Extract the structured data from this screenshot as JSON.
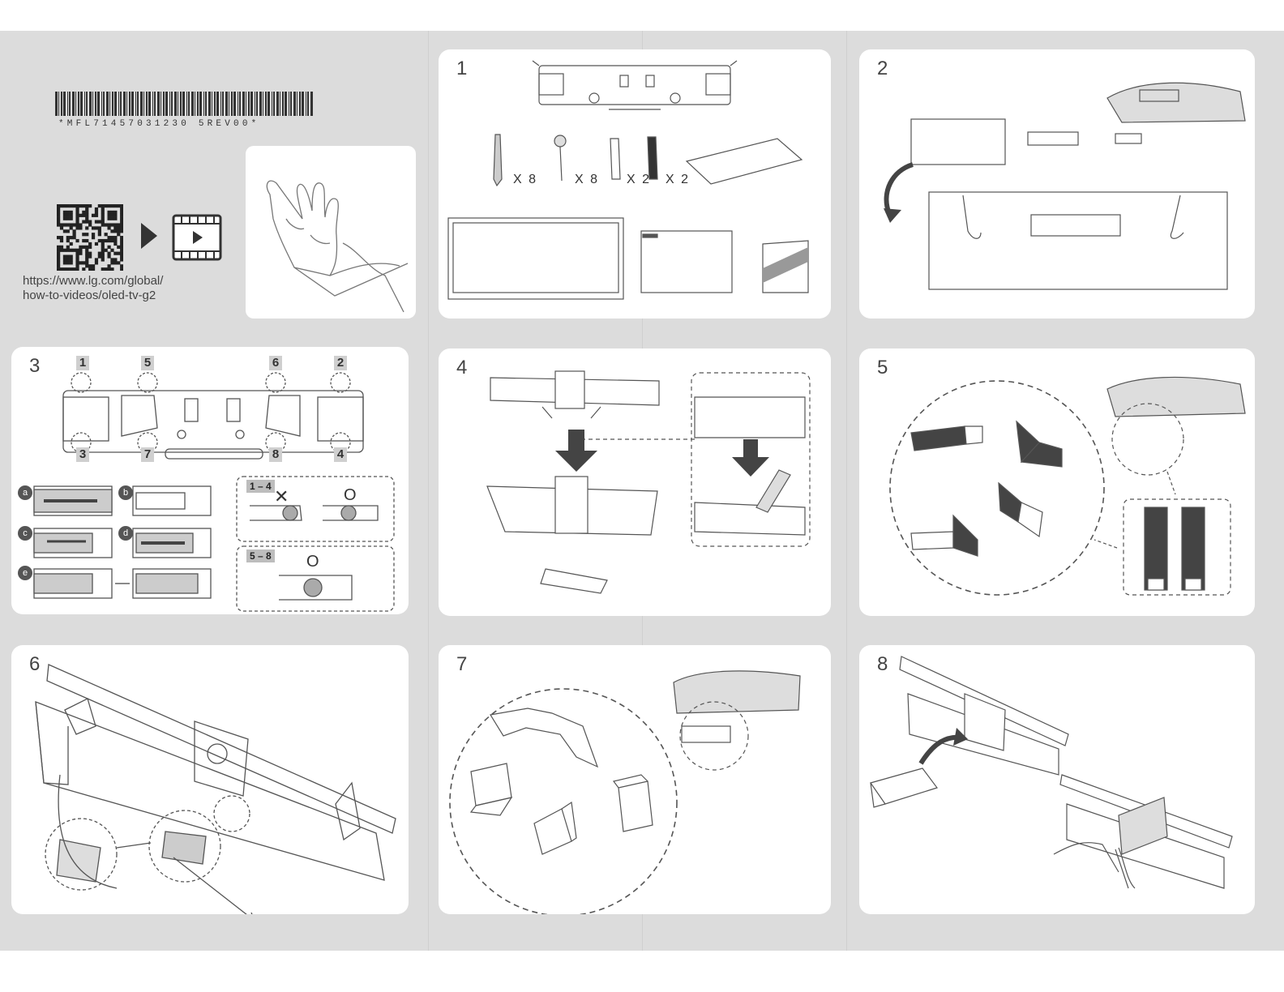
{
  "barcode": {
    "text": "*MFL71457031230 5REV00*"
  },
  "intro": {
    "url_line1": "https://www.lg.com/global/",
    "url_line2": "how-to-videos/oled-tv-g2"
  },
  "steps": [
    {
      "label": "1"
    },
    {
      "label": "2"
    },
    {
      "label": "3"
    },
    {
      "label": "4"
    },
    {
      "label": "5"
    },
    {
      "label": "6"
    },
    {
      "label": "7"
    },
    {
      "label": "8"
    }
  ],
  "step1": {
    "qty_anchor": "X 8",
    "qty_screw": "X 8",
    "qty_white_strip": "X 2",
    "qty_dark_strip": "X 2"
  },
  "step3": {
    "points": [
      "1",
      "5",
      "6",
      "2",
      "3",
      "7",
      "8",
      "4"
    ],
    "sub_labels": [
      "a",
      "b",
      "c",
      "d",
      "e"
    ],
    "tag_1_4": "1 – 4",
    "tag_5_8": "5 – 8",
    "wrong_mark": "✕",
    "right_mark": "O"
  },
  "icons": [
    "qr-code-icon",
    "play-arrow-icon",
    "video-film-icon",
    "glove-hand-icon"
  ]
}
